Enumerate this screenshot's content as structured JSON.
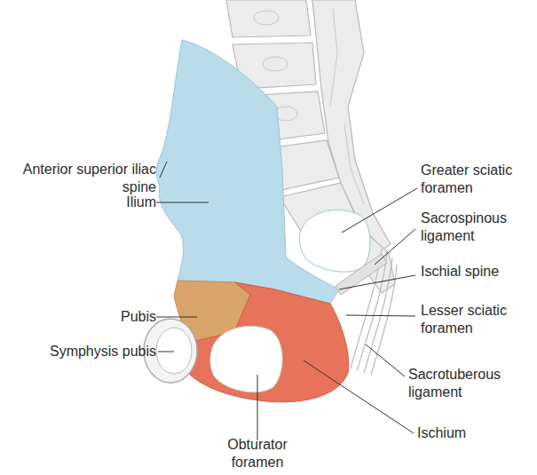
{
  "diagram": {
    "labels": [
      "Anterior superior iliac spine",
      "Greater sciatic foramen",
      "Ilium",
      "Sacrospinous ligament",
      "Ischial spine",
      "Pubis",
      "Lesser sciatic foramen",
      "Symphysis pubis",
      "Sacrotuberous ligament",
      "Ischium",
      "Obturator foramen"
    ]
  }
}
